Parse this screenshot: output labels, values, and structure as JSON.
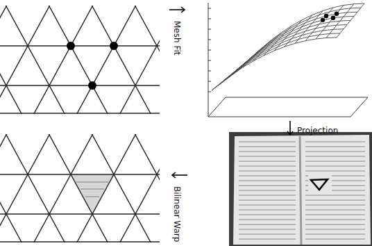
{
  "diagram": {
    "labels": [
      "Mesh Fit",
      "Projection",
      "Bilinear Warp"
    ]
  }
}
